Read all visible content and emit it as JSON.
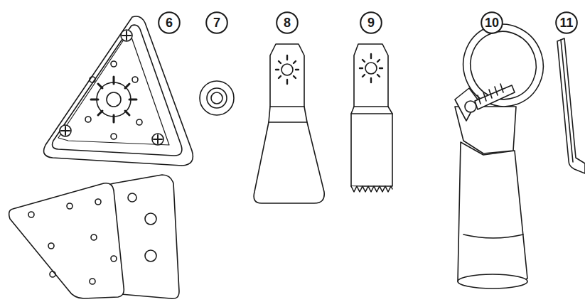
{
  "diagram": {
    "nodes": [
      {
        "text": [
          "6"
        ]
      },
      {
        "text": [
          "7"
        ]
      },
      {
        "text": [
          "8"
        ]
      },
      {
        "text": [
          "9"
        ]
      },
      {
        "text": [
          "10"
        ]
      },
      {
        "text": [
          "11"
        ]
      }
    ]
  }
}
